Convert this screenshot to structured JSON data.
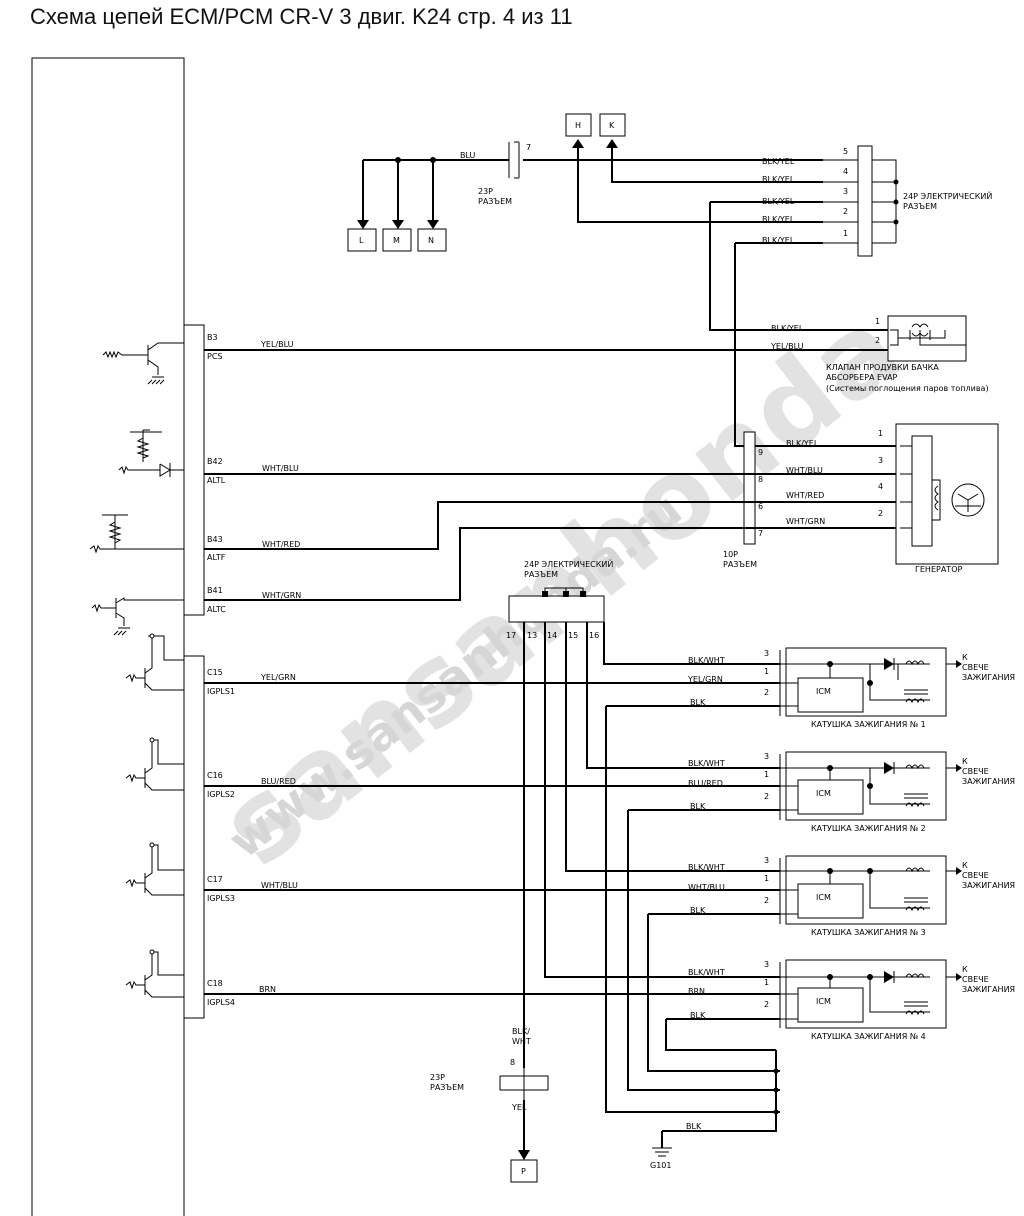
{
  "title": "Схема цепей ECM/PCM CR-V 3 двиг. K24 стр. 4 из 11",
  "watermark": {
    "main": "sansanhonda",
    "url": "www.sansanhonda.ru"
  },
  "connectors": {
    "c23p_top": {
      "pin": "7",
      "label1": "23P",
      "label2": "РАЗЪЕМ",
      "wire": "BLU"
    },
    "c24p_right": {
      "label1": "24P ЭЛЕКТРИЧЕСКИЙ",
      "label2": "РАЗЪЕМ",
      "pins": [
        "5",
        "4",
        "3",
        "2",
        "1"
      ]
    },
    "c10p": {
      "label1": "10P",
      "label2": "РАЗЪЕМ",
      "pins": [
        "9",
        "8",
        "6",
        "7"
      ]
    },
    "c24p_mid": {
      "label1": "24P ЭЛЕКТРИЧЕСКИЙ",
      "label2": "РАЗЪЕМ",
      "pins": [
        "17",
        "13",
        "14",
        "15",
        "16"
      ]
    },
    "c23p_bottom": {
      "pin": "8",
      "label1": "23P",
      "label2": "РАЗЪЕМ"
    }
  },
  "refs": {
    "H": "H",
    "K": "K",
    "L": "L",
    "M": "M",
    "N": "N",
    "P": "P"
  },
  "top_wires": [
    "BLK/YEL",
    "BLK/YEL",
    "BLK/YEL",
    "BLK/YEL",
    "BLK/YEL"
  ],
  "ecm_pins": [
    {
      "pin": "B3",
      "func": "PCS",
      "wire": "YEL/BLU"
    },
    {
      "pin": "B42",
      "func": "ALTL",
      "wire": "WHT/BLU"
    },
    {
      "pin": "B43",
      "func": "ALTF",
      "wire": "WHT/RED"
    },
    {
      "pin": "B41",
      "func": "ALTC",
      "wire": "WHT/GRN"
    },
    {
      "pin": "C15",
      "func": "IGPLS1",
      "wire": "YEL/GRN"
    },
    {
      "pin": "C16",
      "func": "IGPLS2",
      "wire": "BLU/RED"
    },
    {
      "pin": "C17",
      "func": "IGPLS3",
      "wire": "WHT/BLU"
    },
    {
      "pin": "C18",
      "func": "IGPLS4",
      "wire": "BRN"
    }
  ],
  "evap": {
    "wires": [
      "BLK/YEL",
      "YEL/BLU"
    ],
    "pins": [
      "1",
      "2"
    ],
    "label1": "КЛАПАН ПРОДУВКИ БАЧКА",
    "label2": "АБСОРБЕРА EVAP",
    "label3": "(Системы поглощения паров топлива)"
  },
  "generator": {
    "label": "ГЕНЕРАТОР",
    "wires": [
      "BLK/YEL",
      "WHT/BLU",
      "WHT/RED",
      "WHT/GRN"
    ],
    "pins": [
      "1",
      "3",
      "4",
      "2"
    ]
  },
  "coils": [
    {
      "label": "КАТУШКА ЗАЖИГАНИЯ № 1",
      "wires": [
        "BLK/WHT",
        "YEL/GRN",
        "BLK"
      ]
    },
    {
      "label": "КАТУШКА ЗАЖИГАНИЯ № 2",
      "wires": [
        "BLK/WHT",
        "BLU/RED",
        "BLK"
      ]
    },
    {
      "label": "КАТУШКА ЗАЖИГАНИЯ № 3",
      "wires": [
        "BLK/WHT",
        "WHT/BLU",
        "BLK"
      ]
    },
    {
      "label": "КАТУШКА ЗАЖИГАНИЯ № 4",
      "wires": [
        "BLK/WHT",
        "BRN",
        "BLK"
      ]
    }
  ],
  "coil_common": {
    "icm": "ICM",
    "pins": [
      "3",
      "1",
      "2"
    ],
    "to1": "К",
    "to2": "СВЕЧЕ",
    "to3": "ЗАЖИГАНИЯ"
  },
  "blk_wht": {
    "l1": "BLK/",
    "l2": "WHT"
  },
  "yel": "YEL",
  "ground": {
    "wire": "BLK",
    "name": "G101"
  }
}
